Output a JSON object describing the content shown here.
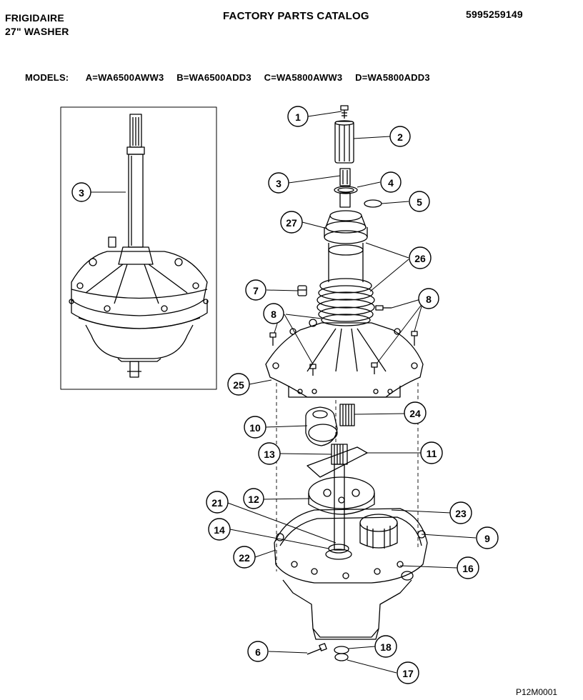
{
  "header": {
    "brand": "FRIGIDAIRE",
    "product": "27\" WASHER",
    "catalog_title": "FACTORY PARTS CATALOG",
    "catalog_number": "5995259149"
  },
  "models": {
    "label": "MODELS:",
    "items": [
      "A=WA6500AWW3",
      "B=WA6500ADD3",
      "C=WA5800AWW3",
      "D=WA5800ADD3"
    ]
  },
  "callouts": {
    "inset_3": "3",
    "c1": "1",
    "c2": "2",
    "c3": "3",
    "c4": "4",
    "c5": "5",
    "c27": "27",
    "c26": "26",
    "c7": "7",
    "c8a": "8",
    "c8b": "8",
    "c25": "25",
    "c24": "24",
    "c10": "10",
    "c13": "13",
    "c11": "11",
    "c12": "12",
    "c21": "21",
    "c23": "23",
    "c14": "14",
    "c9": "9",
    "c22": "22",
    "c16": "16",
    "c6": "6",
    "c18": "18",
    "c17": "17"
  },
  "footer": {
    "drawing_code": "P12M0001"
  }
}
